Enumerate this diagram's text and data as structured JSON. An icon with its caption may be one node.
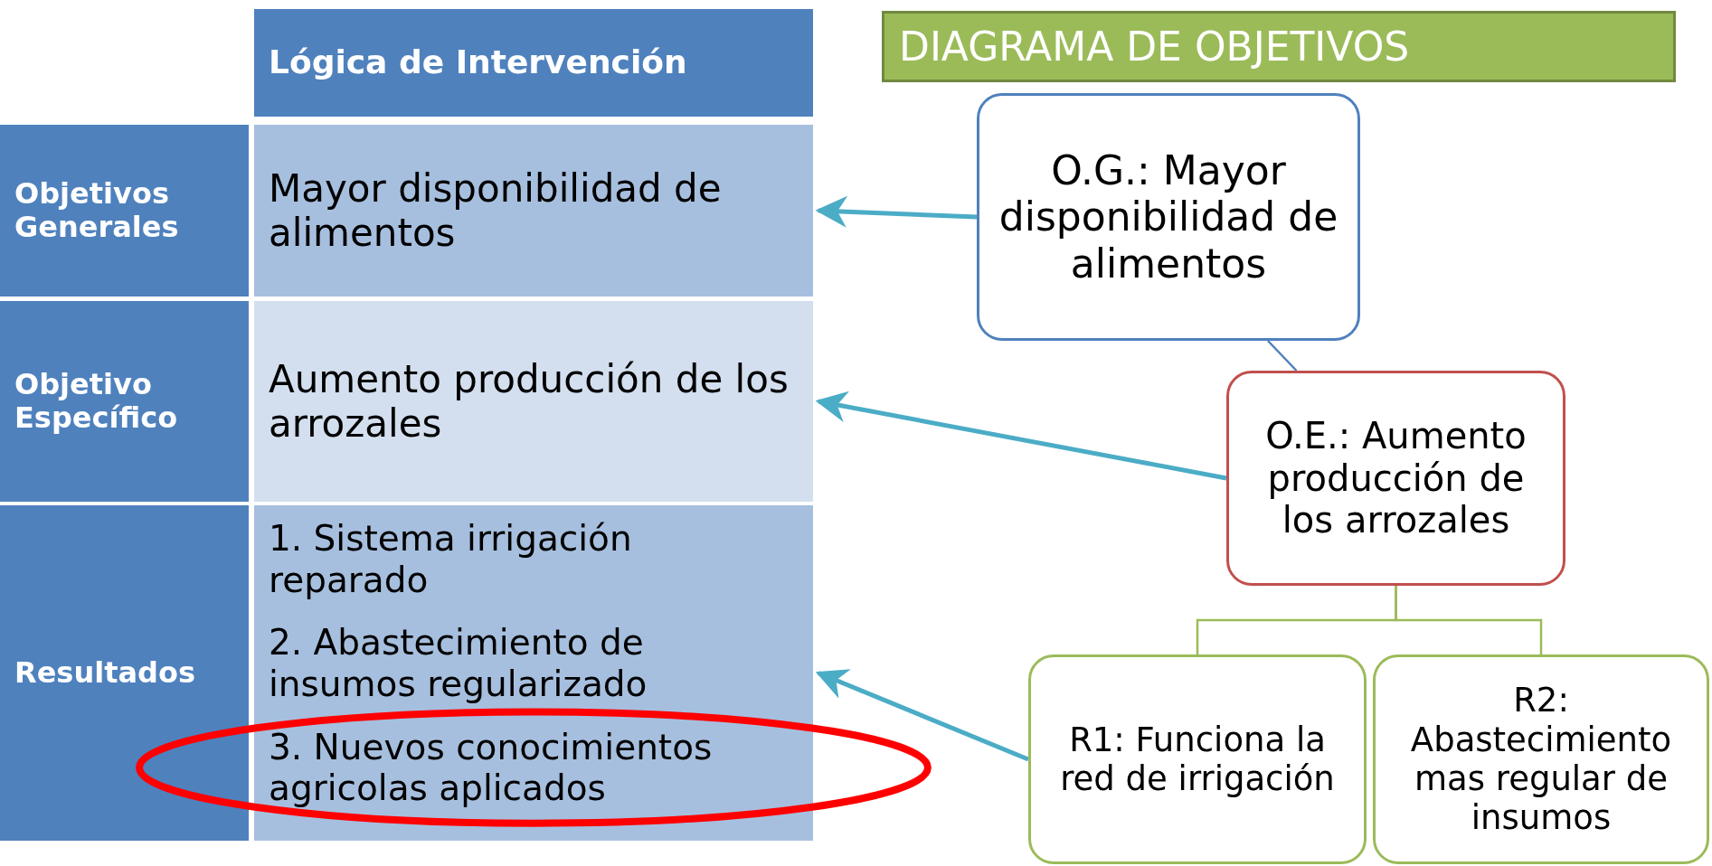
{
  "diagram": {
    "nodes": [
      {
        "text": [
          "Lógica de Intervención"
        ]
      },
      {
        "text": [
          "Objetivos Generales"
        ]
      },
      {
        "text": [
          "Mayor disponibilidad de alimentos"
        ]
      },
      {
        "text": [
          "Objetivo Específico"
        ]
      },
      {
        "text": [
          "Aumento producción de los arrozales"
        ]
      },
      {
        "text": [
          "Resultados"
        ]
      },
      {
        "text": [
          "1. Sistema irrigación reparado",
          "2. Abastecimiento de insumos regularizado",
          "3. Nuevos conocimientos agricolas aplicados"
        ]
      },
      {
        "text": [
          "DIAGRAMA DE OBJETIVOS"
        ]
      },
      {
        "text": [
          "O.G.: Mayor disponibilidad de alimentos"
        ]
      },
      {
        "text": [
          "O.E.: Aumento producción de los arrozales"
        ]
      },
      {
        "text": [
          "R1: Funciona la red de irrigación"
        ]
      },
      {
        "text": [
          "R2: Abastecimiento mas regular de insumos"
        ]
      }
    ],
    "edges": [
      {
        "from": 8,
        "to": 2,
        "arrow": "to"
      },
      {
        "from": 9,
        "to": 4,
        "arrow": "to"
      },
      {
        "from": 10,
        "to": 6,
        "arrow": "to"
      },
      {
        "from": 8,
        "to": 9,
        "arrow": "none",
        "color": "#4f81bd"
      },
      {
        "from": 9,
        "to": 10,
        "arrow": "none",
        "color": "#9bbb59"
      },
      {
        "from": 9,
        "to": 11,
        "arrow": "none",
        "color": "#9bbb59"
      }
    ]
  }
}
